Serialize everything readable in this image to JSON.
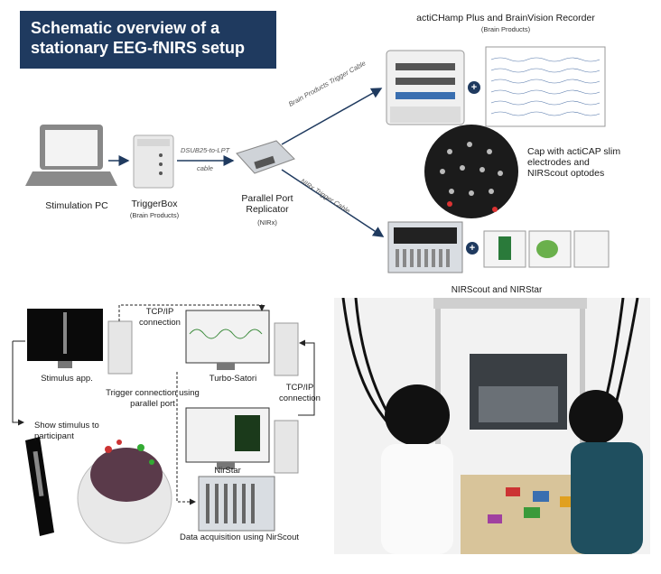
{
  "title": "Schematic overview of a stationary EEG-fNIRS setup",
  "top": {
    "recorder_title": "actiCHamp Plus and BrainVision Recorder",
    "recorder_sub": "(Brain Products)",
    "stim_pc": "Stimulation PC",
    "triggerbox": "TriggerBox",
    "triggerbox_sub": "(Brain Products)",
    "cable_dsub": "DSUB25-to-LPT",
    "cable_word": "cable",
    "parallel": "Parallel Port Replicator",
    "parallel_sub": "(NIRx)",
    "bp_cable": "Brain Products Trigger Cable",
    "nirx_cable": "NIRx Trigger Cable",
    "cap": "Cap with actiCAP slim electrodes and NIRScout optodes",
    "plus": "+"
  },
  "bottom": {
    "tcp1": "TCP/IP connection",
    "tcp2": "TCP/IP connection",
    "stimulus_app": "Stimulus app.",
    "turbo": "Turbo-Satori",
    "trigger_conn": "Trigger connection using parallel port",
    "show": "Show stimulus to participant",
    "nirstar": "NirStar",
    "acq": "Data acquisition using NirScout",
    "photo_title": "NIRScout and NIRStar"
  },
  "colors": {
    "title_bg": "#1f3a5f",
    "arrow": "#1f3a5f",
    "screen": "#0a0a0a",
    "brain": "#5a3a4a"
  }
}
